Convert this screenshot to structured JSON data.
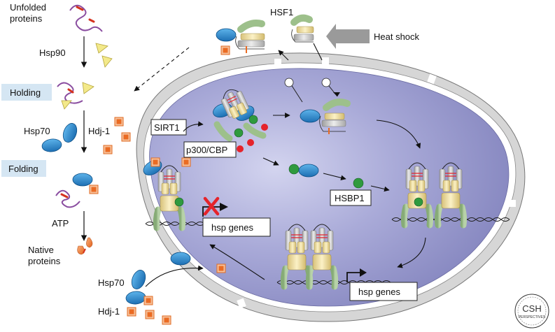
{
  "labels": {
    "unfolded_line1": "Unfolded",
    "unfolded_line2": "proteins",
    "hsp90": "Hsp90",
    "holding": "Holding",
    "hsp70_top": "Hsp70",
    "hdj1_top": "Hdj-1",
    "folding": "Folding",
    "atp": "ATP",
    "native_line1": "Native",
    "native_line2": "proteins",
    "hsf1": "HSF1",
    "heat_shock": "Heat shock",
    "sirt1": "SIRT1",
    "p300cbp": "p300/CBP",
    "hsbp1": "HSBP1",
    "hsp_genes_repressed": "hsp genes",
    "hsp_genes_active": "hsp genes",
    "hsp70_bottom": "Hsp70",
    "hdj1_bottom": "Hdj-1"
  },
  "logo": {
    "line1": "CSH",
    "line2": "PERSPECTIVES"
  },
  "colors": {
    "nucleus_fill": "#8e8fc4",
    "nucleus_light": "#cfd0ec",
    "envelope": "#d6d6d6",
    "box_highlight": "#d5e6f3",
    "hsp70_blue": "#2a8ad0",
    "hdj1_orange": "#ef7a2e",
    "hsp90_yellow": "#f3e98a",
    "green_acetyl": "#2f9a3e",
    "red_mark": "#e5232b",
    "hsf1_green": "#9dc08b",
    "hsf1_tan": "#efe0a8",
    "hsf1_gray": "#c9c9c9"
  }
}
